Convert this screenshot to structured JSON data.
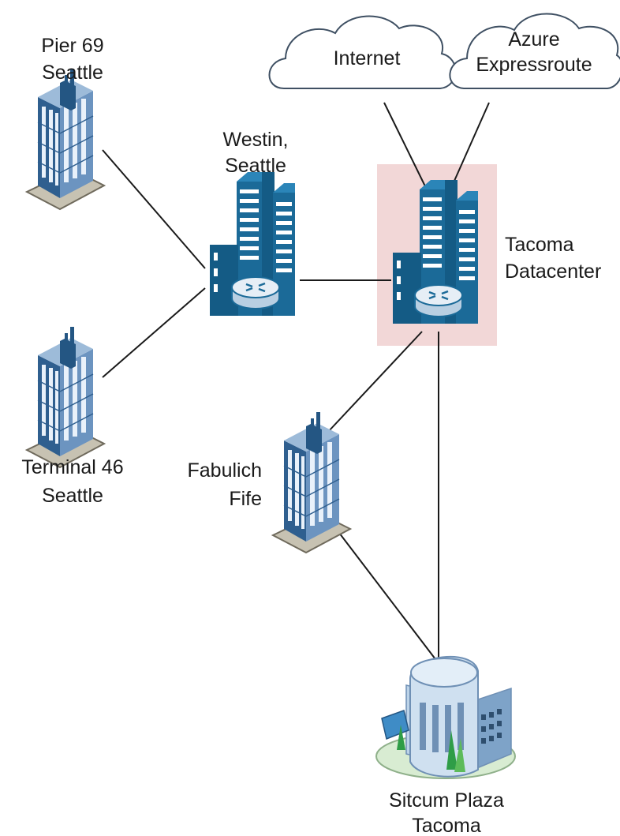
{
  "clouds": {
    "internet": {
      "label": "Internet"
    },
    "azure": {
      "line1": "Azure",
      "line2": "Expressroute"
    }
  },
  "sites": {
    "pier69": {
      "line1": "Pier 69",
      "line2": "Seattle"
    },
    "terminal46": {
      "line1": "Terminal 46",
      "line2": "Seattle"
    },
    "westin": {
      "line1": "Westin,",
      "line2": "Seattle"
    },
    "tacoma_dc": {
      "line1": "Tacoma",
      "line2": "Datacenter"
    },
    "fabulich": {
      "line1": "Fabulich",
      "line2": "Fife"
    },
    "sitcum": {
      "line1": "Sitcum Plaza",
      "line2": "Tacoma"
    }
  },
  "colors": {
    "link": "#1a1a1a",
    "router_building": "#1b6a98",
    "office_building": "#6f90b5",
    "datacenter_highlight": "#f2d7d7"
  }
}
